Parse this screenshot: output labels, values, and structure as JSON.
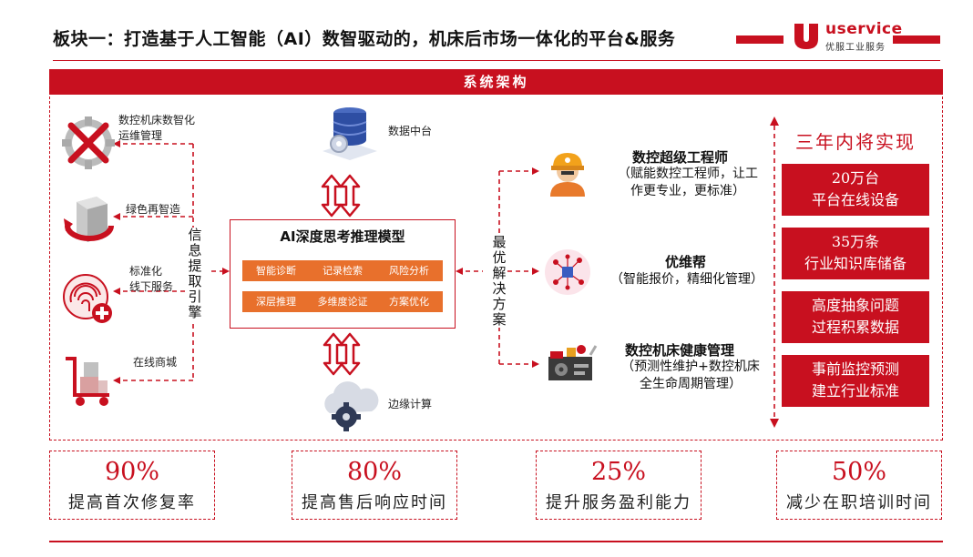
{
  "header": {
    "title": "板块一：打造基于人工智能（AI）数智驱动的，机床后市场一体化的平台&服务",
    "logo_text": "uservice",
    "logo_sub": "优服工业服务"
  },
  "architecture": {
    "bar_title": "系统架构",
    "left_services": [
      {
        "label": "数控机床数智化\n运维管理",
        "icon": "gear-cross-icon"
      },
      {
        "label": "绿色再智造",
        "icon": "recycle-box-icon"
      },
      {
        "label": "标准化\n线下服务",
        "icon": "fingerprint-medical-icon"
      },
      {
        "label": "在线商城",
        "icon": "cart-boxes-icon"
      }
    ],
    "info_engine": "信息提取引擎",
    "data_center": "数据中台",
    "edge_computing": "边缘计算",
    "ai_model": {
      "title": "AI深度思考推理模型",
      "chips": [
        "智能诊断",
        "记录检索",
        "风险分析",
        "深层推理",
        "多维度论证",
        "方案优化"
      ]
    },
    "best_solution": "最优解决方案",
    "right_services": [
      {
        "title": "数控超级工程师",
        "desc": "（赋能数控工程师，让工\n作更专业，更标准）",
        "icon": "engineer-icon"
      },
      {
        "title": "优维帮",
        "desc": "（智能报价，精细化管理）",
        "icon": "network-icon"
      },
      {
        "title": "数控机床健康管理",
        "desc": "（预测性维护+数控机床\n全生命周期管理）",
        "icon": "machine-icon"
      }
    ]
  },
  "goals": {
    "title": "三年内将实现",
    "items": [
      {
        "line1": "20万台",
        "line2": "平台在线设备"
      },
      {
        "line1": "35万条",
        "line2": "行业知识库储备"
      },
      {
        "line1": "高度抽象问题",
        "line2": "过程积累数据"
      },
      {
        "line1": "事前监控预测",
        "line2": "建立行业标准"
      }
    ]
  },
  "stats": [
    {
      "value": "90%",
      "label": "提高首次修复率"
    },
    {
      "value": "80%",
      "label": "提高售后响应时间"
    },
    {
      "value": "25%",
      "label": "提升服务盈利能力"
    },
    {
      "value": "50%",
      "label": "减少在职培训时间"
    }
  ],
  "colors": {
    "accent": "#c8101f",
    "chip": "#e8702c",
    "data_blue": "#2e4ea3"
  }
}
